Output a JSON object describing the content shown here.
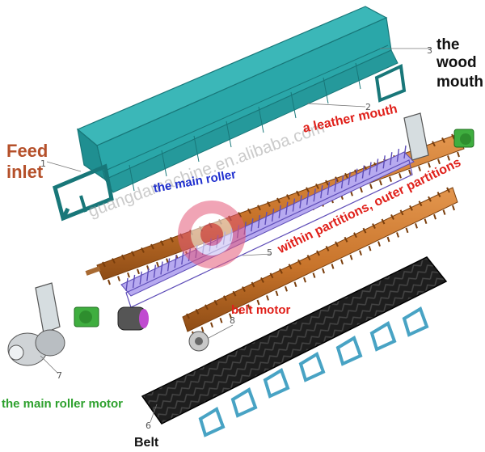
{
  "labels": {
    "feed_inlet_1": "Feed",
    "feed_inlet_2": "inlet",
    "wood_mouth_1": "the",
    "wood_mouth_2": "wood",
    "wood_mouth_3": "mouth",
    "leather_mouth": "a leather mouth",
    "main_roller": "the main roller",
    "partitions": "within partitions, outer partitions",
    "belt_motor": "belt motor",
    "main_roller_motor": "the main roller motor",
    "belt": "Belt"
  },
  "callouts": [
    "1",
    "2",
    "3",
    "5",
    "6",
    "7",
    "8"
  ],
  "watermark": "guangdamachine.en.alibaba.com",
  "colors": {
    "hopper": "#2aa7a9",
    "roller": "#c8742b",
    "partition": "#8a78d8",
    "belt": "#1e1e1e",
    "motor": "#3fae3f",
    "red_label": "#e0201a",
    "blue_label": "#1f2fcf",
    "green_label": "#2ea12e",
    "brown_label": "#b5502a",
    "black_label": "#111111"
  }
}
